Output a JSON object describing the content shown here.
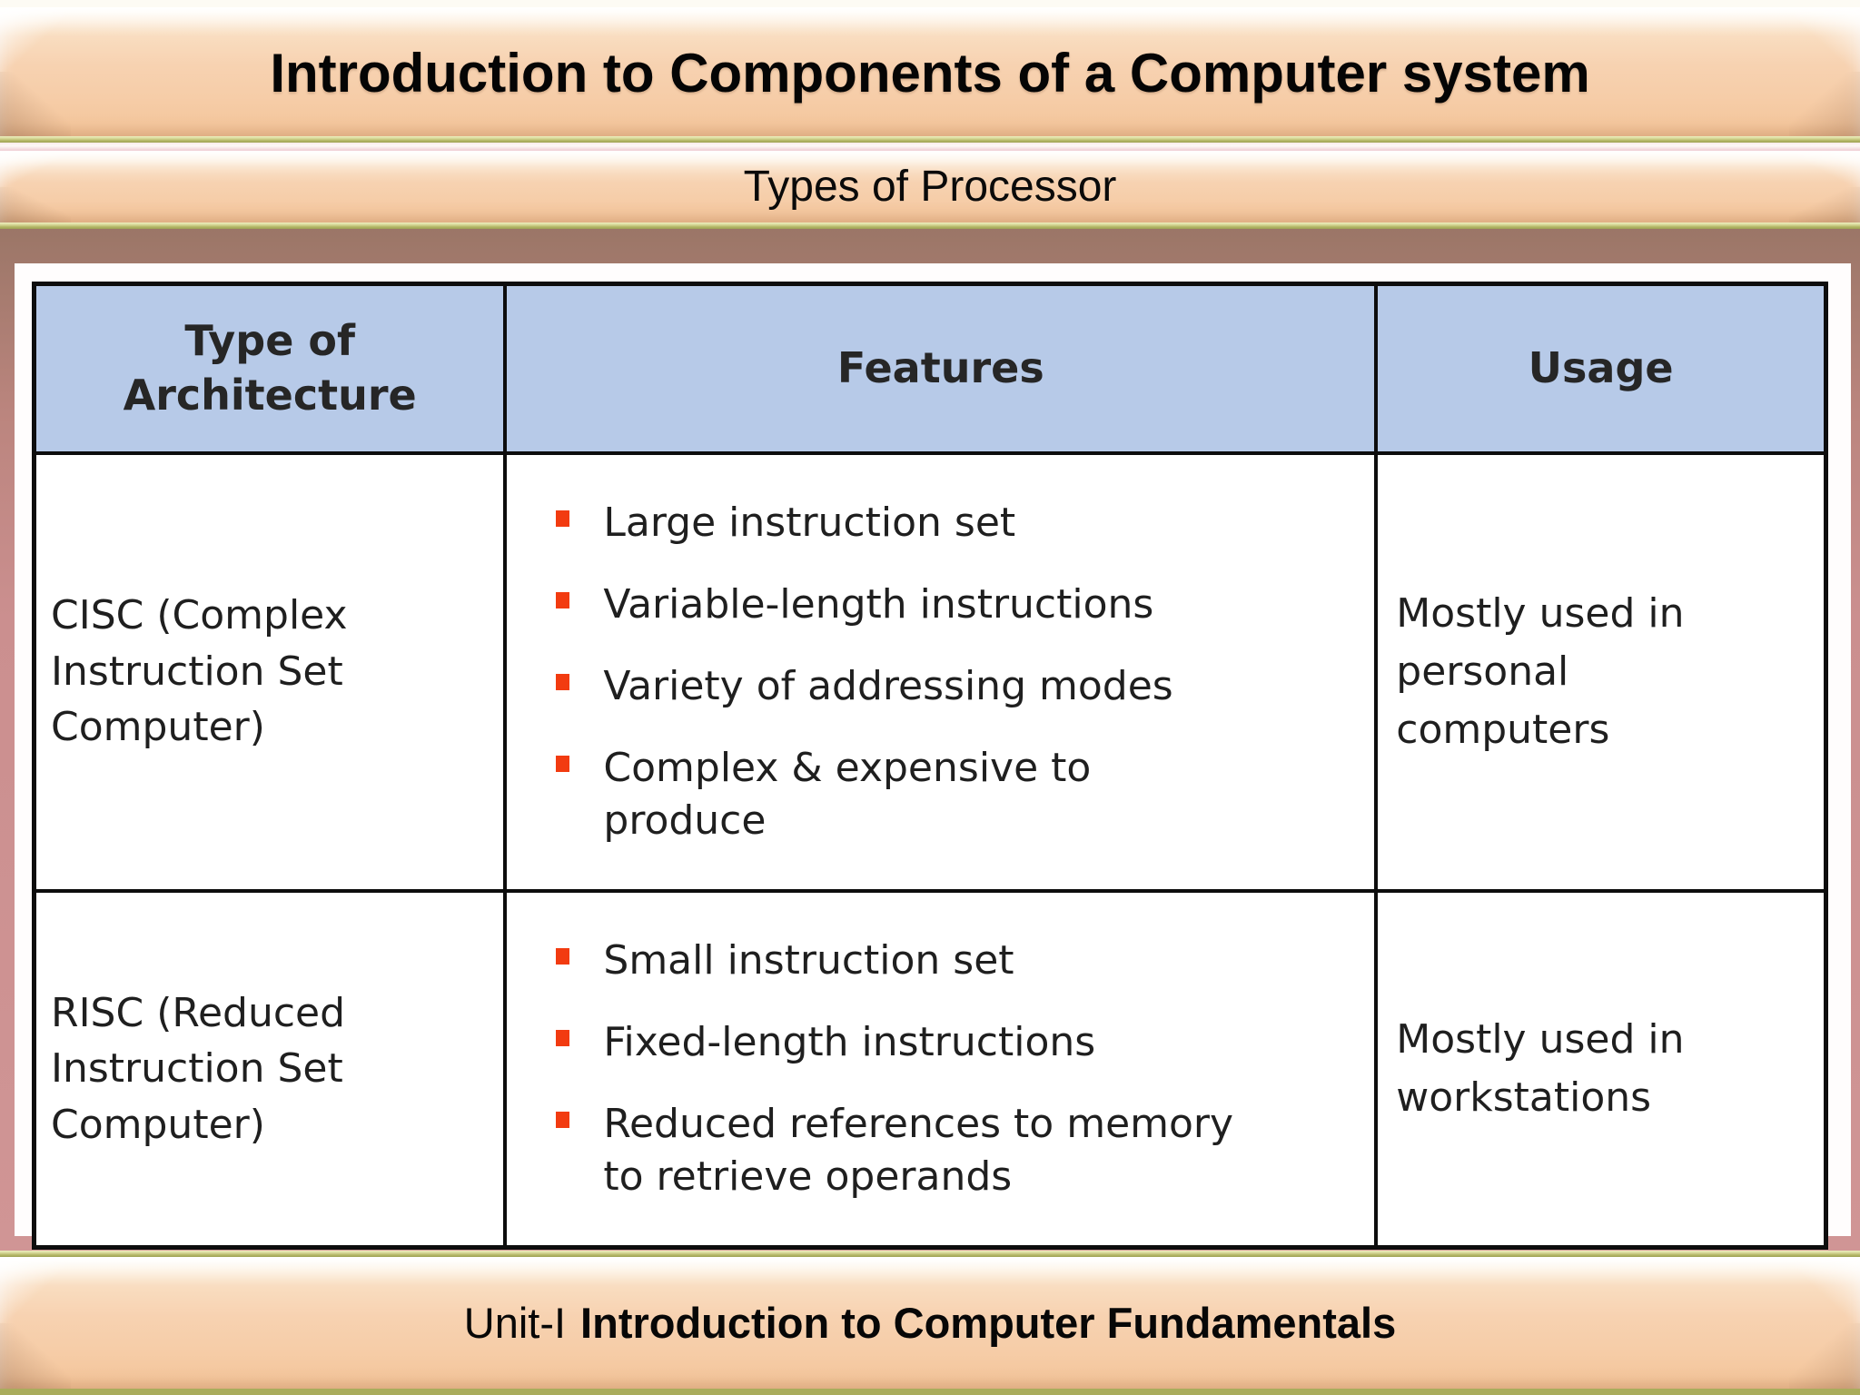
{
  "slide": {
    "title": "Introduction to Components of a Computer system",
    "subtitle": "Types of Processor",
    "footer": {
      "prefix": "Unit-I",
      "title": "Introduction to Computer Fundamentals"
    }
  },
  "table": {
    "headers": [
      "Type of Architecture",
      "Features",
      "Usage"
    ],
    "rows": [
      {
        "architecture": "CISC (Complex Instruction Set Computer)",
        "features": [
          "Large instruction set",
          "Variable-length instructions",
          "Variety of addressing modes",
          "Complex & expensive to produce"
        ],
        "usage": "Mostly used in personal computers"
      },
      {
        "architecture": "RISC (Reduced Instruction Set Computer)",
        "features": [
          "Small instruction set",
          "Fixed-length instructions",
          "Reduced references to memory to retrieve operands"
        ],
        "usage": "Mostly used in workstations"
      }
    ]
  },
  "colors": {
    "banner_peach": "#f7d2b1",
    "divider_olive": "#b2b565",
    "background_rose": "#cb8f8f",
    "header_blue": "#b7cae8",
    "bullet_red": "#f23b10",
    "table_border": "#0d0d0d",
    "text_dark": "#1f1f1f"
  }
}
